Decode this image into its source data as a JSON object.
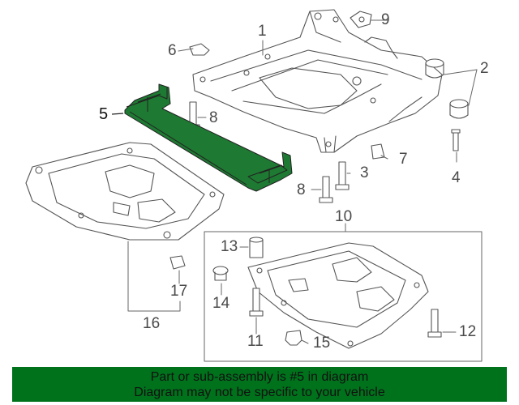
{
  "callouts": {
    "n1": "1",
    "n2": "2",
    "n3": "3",
    "n4": "4",
    "n5": "5",
    "n6": "6",
    "n7": "7",
    "n8a": "8",
    "n8b": "8",
    "n9": "9",
    "n10": "10",
    "n11": "11",
    "n12": "12",
    "n13": "13",
    "n14": "14",
    "n15": "15",
    "n16": "16",
    "n17": "17"
  },
  "highlight_part": "5",
  "colors": {
    "highlight_fill": "#1e7a32",
    "banner_bg": "#00721c",
    "line_art": "#555555"
  },
  "banner": {
    "line1": "Part or sub-assembly is #5 in diagram",
    "line2": "Diagram may not be specific to your vehicle"
  }
}
